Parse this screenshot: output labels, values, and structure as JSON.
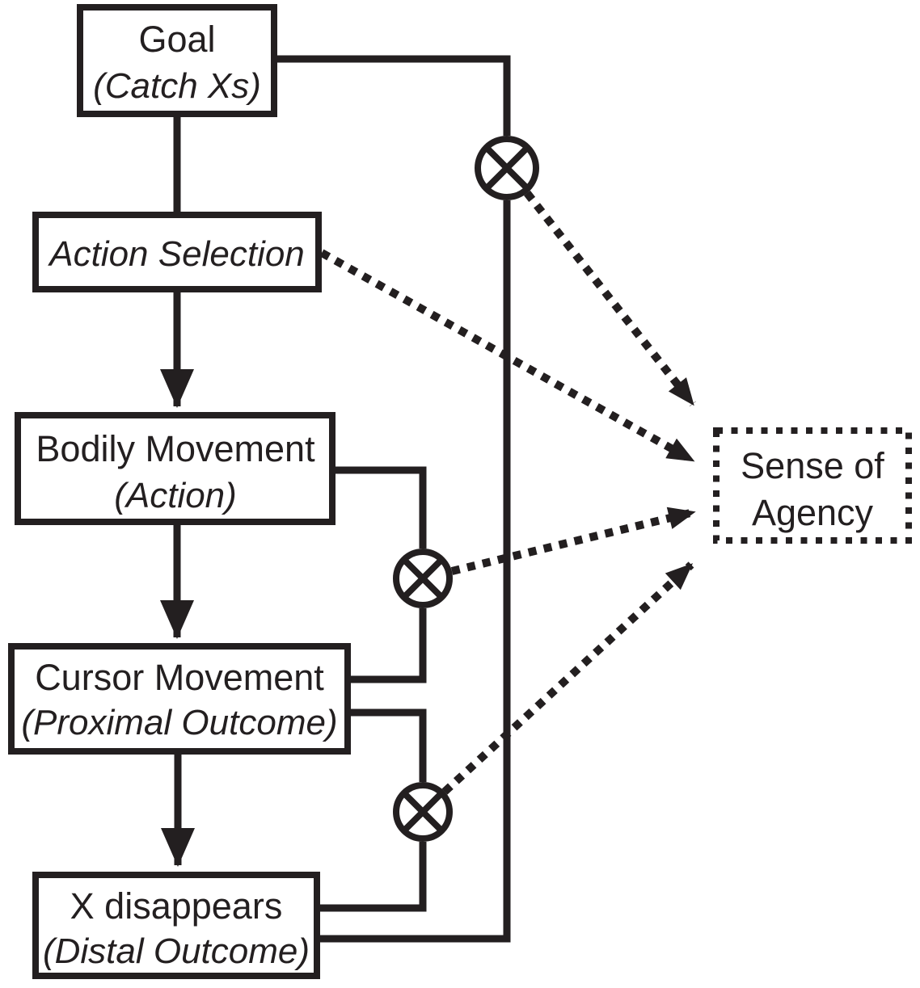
{
  "figure": {
    "type": "flow-diagram",
    "topic": "Sense of Agency model"
  },
  "colors": {
    "ink": "#231f20",
    "background": "#ffffff"
  },
  "nodes": {
    "goal": {
      "label": "Goal",
      "sublabel": "(Catch Xs)"
    },
    "action_selection": {
      "label": "Action Selection"
    },
    "bodily_movement": {
      "label": "Bodily Movement",
      "sublabel": "(Action)"
    },
    "cursor_movement": {
      "label": "Cursor Movement",
      "sublabel": "(Proximal Outcome)"
    },
    "x_disappears": {
      "label": "X disappears",
      "sublabel": "(Distal Outcome)"
    },
    "sense_of_agency": {
      "label": "Sense of",
      "sublabel": "Agency"
    }
  },
  "icons": {
    "comparator": "circle-x-comparator"
  },
  "edges": [
    {
      "from": "Goal",
      "to": "Action Selection",
      "style": "solid-line"
    },
    {
      "from": "Action Selection",
      "to": "Bodily Movement",
      "style": "solid-arrow"
    },
    {
      "from": "Bodily Movement",
      "to": "Cursor Movement",
      "style": "solid-arrow"
    },
    {
      "from": "Cursor Movement",
      "to": "X disappears",
      "style": "solid-arrow"
    },
    {
      "from": "Goal",
      "to": "comparator-goal-distal",
      "style": "solid-line"
    },
    {
      "from": "X disappears",
      "to": "comparator-goal-distal",
      "style": "solid-line"
    },
    {
      "from": "Bodily Movement",
      "to": "comparator-action-proximal",
      "style": "solid-line"
    },
    {
      "from": "Cursor Movement",
      "to": "comparator-action-proximal",
      "style": "solid-line"
    },
    {
      "from": "Cursor Movement",
      "to": "comparator-proximal-distal",
      "style": "solid-line"
    },
    {
      "from": "X disappears",
      "to": "comparator-proximal-distal",
      "style": "solid-line"
    },
    {
      "from": "comparator-goal-distal",
      "to": "Sense of Agency",
      "style": "dotted-arrow"
    },
    {
      "from": "Action Selection",
      "to": "Sense of Agency",
      "style": "dotted-arrow"
    },
    {
      "from": "comparator-action-proximal",
      "to": "Sense of Agency",
      "style": "dotted-arrow"
    },
    {
      "from": "comparator-proximal-distal",
      "to": "Sense of Agency",
      "style": "dotted-arrow"
    }
  ]
}
